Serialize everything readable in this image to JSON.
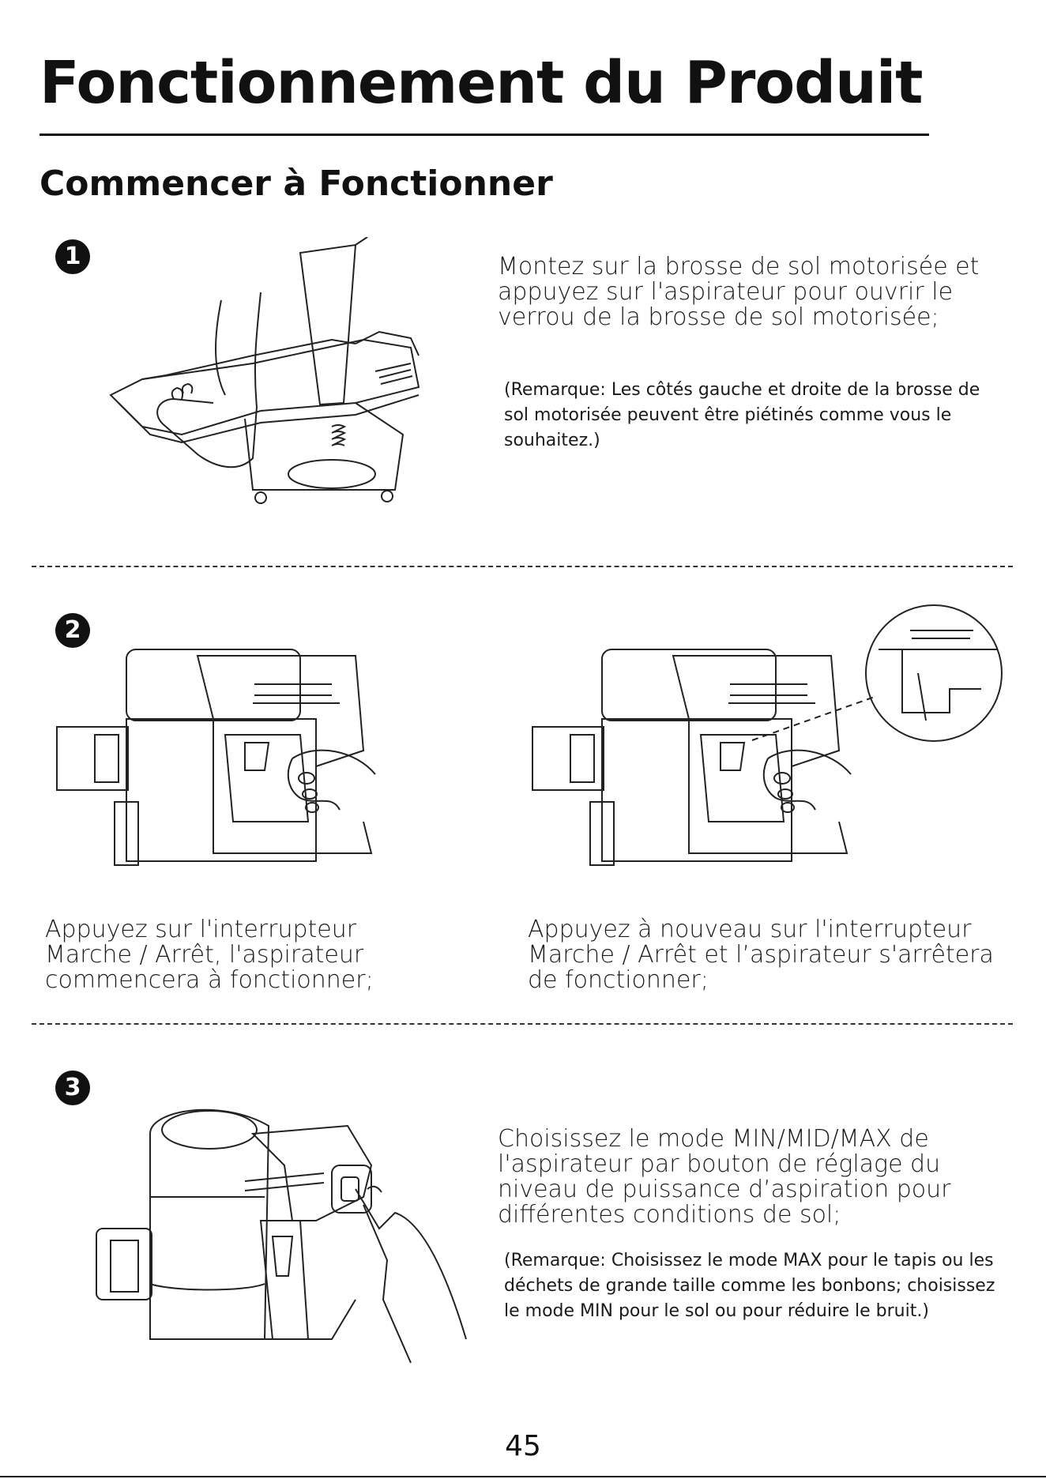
{
  "header": {
    "title": "Fonctionnement du Produit",
    "subtitle": "Commencer à Fonctionner"
  },
  "steps": [
    {
      "number": "1",
      "text": "Montez sur la brosse de sol motorisée et appuyez sur l'aspirateur pour ouvrir le verrou de la brosse de sol motorisée;",
      "note": "(Remarque: Les côtés gauche et droite de la brosse de sol motorisée peuvent être piétinés comme vous le souhaitez.)"
    },
    {
      "number": "2",
      "text_left": "Appuyez sur l'interrupteur Marche / Arrêt, l'aspirateur commencera à fonctionner;",
      "text_right": "Appuyez à nouveau sur l'interrupteur Marche / Arrêt et l’aspirateur s'arrêtera de fonctionner;"
    },
    {
      "number": "3",
      "text": "Choisissez le mode MIN/MID/MAX de l'aspirateur par bouton de réglage du niveau de puissance d’aspiration pour différentes conditions de sol;",
      "note": "(Remarque: Choisissez le mode MAX pour le tapis ou les déchets de grande taille comme les bonbons; choisissez le mode MIN pour le sol ou pour réduire le bruit.)"
    }
  ],
  "footer": {
    "page_number": "45"
  },
  "illustrations": {
    "step1": "foot-on-floor-brush-illustration",
    "step2_left": "hand-pressing-power-switch-illustration",
    "step2_right": "hand-pressing-power-switch-with-zoom-illustration",
    "step3": "finger-pressing-mode-button-illustration"
  }
}
